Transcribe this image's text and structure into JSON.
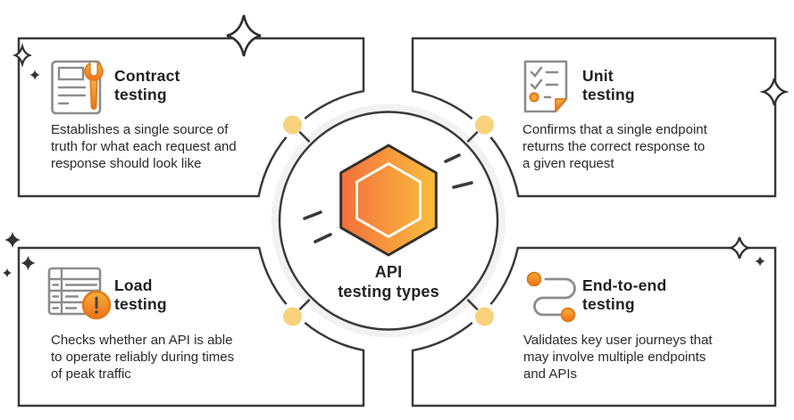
{
  "title": "API testing types",
  "center": {
    "line1": "API",
    "line2": "testing types",
    "icon": "hexagon-icon"
  },
  "cards": [
    {
      "id": "contract-testing",
      "icon": "document-wrench-icon",
      "title_line1": "Contract",
      "title_line2": "testing",
      "description": "Establishes a single source of truth for what each request and response should look like"
    },
    {
      "id": "unit-testing",
      "icon": "checklist-icon",
      "title_line1": "Unit",
      "title_line2": "testing",
      "description": "Confirms that a single endpoint returns the correct response to a given request"
    },
    {
      "id": "load-testing",
      "icon": "table-warning-icon",
      "title_line1": "Load",
      "title_line2": "testing",
      "description": "Checks whether an API is able to operate reliably during times of peak traffic"
    },
    {
      "id": "end-to-end-testing",
      "icon": "journey-path-icon",
      "title_line1": "End-to-end",
      "title_line2": "testing",
      "description": "Validates key user journeys that may involve multiple endpoints and APIs"
    }
  ],
  "colors": {
    "outline": "#3A3A3A",
    "icon_gray": "#8C8C8C",
    "orange_dark": "#EE7214",
    "orange_light": "#F9AE3C",
    "hex_gradient_start": "#F3703B",
    "hex_gradient_end": "#F9BE3E",
    "connector_dot": "#F8D27D",
    "text": "#262626"
  }
}
